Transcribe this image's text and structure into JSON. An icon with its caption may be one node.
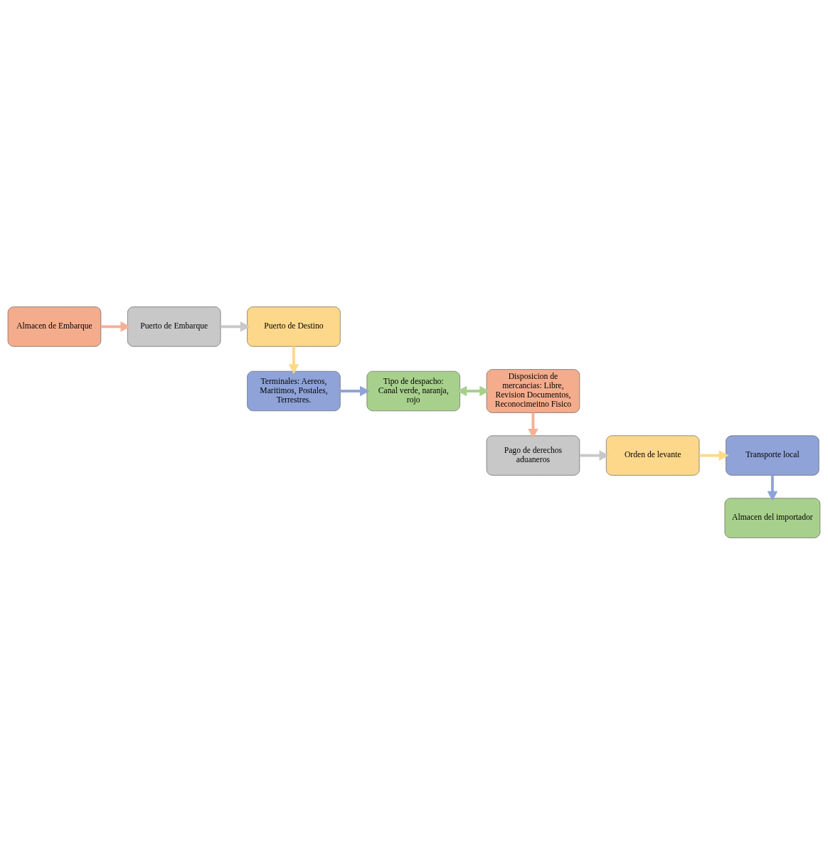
{
  "diagram": {
    "nodes": [
      {
        "text": [
          "Almacen de Embarque"
        ]
      },
      {
        "text": [
          "Puerto de Embarque"
        ]
      },
      {
        "text": [
          "Puerto de Destino"
        ]
      },
      {
        "text": [
          "Disposicion de mercancias: Libre, Revision Documentos, Reconocimeitno Fisico"
        ]
      },
      {
        "text": [
          "Tipo de despacho: Canal verde, naranja, rojo"
        ]
      },
      {
        "text": [
          "Terminales: Aereos, Maritimos, Postales, Terrestres."
        ]
      },
      {
        "text": [
          "Pago de derechos aduaneros"
        ]
      },
      {
        "text": [
          "Orden de levante"
        ]
      },
      {
        "text": [
          "Transporte local"
        ]
      },
      {
        "text": [
          "Almacen del importador"
        ]
      }
    ],
    "edges": [
      {
        "from": 0,
        "to": 1,
        "arrow": "to",
        "color": "#f4b096"
      },
      {
        "from": 1,
        "to": 2,
        "arrow": "to",
        "color": "#c8c8c8"
      },
      {
        "from": 2,
        "to": 5,
        "arrow": "to",
        "color": "#fdd98a"
      },
      {
        "from": 5,
        "to": 4,
        "arrow": "to",
        "color": "#8fa3d8"
      },
      {
        "from": 4,
        "to": 3,
        "arrow": "both",
        "color": "#a8d08d"
      },
      {
        "from": 3,
        "to": 6,
        "arrow": "to",
        "color": "#f4b096"
      },
      {
        "from": 6,
        "to": 7,
        "arrow": "to",
        "color": "#c8c8c8"
      },
      {
        "from": 7,
        "to": 8,
        "arrow": "to",
        "color": "#fdd98a"
      },
      {
        "from": 8,
        "to": 9,
        "arrow": "to",
        "color": "#8fa3d8"
      }
    ]
  }
}
